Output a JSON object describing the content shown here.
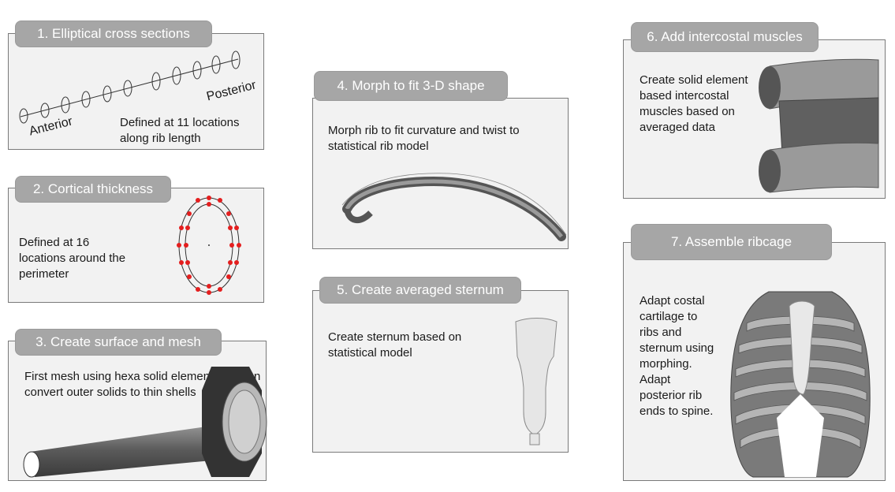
{
  "steps": [
    {
      "title": "1. Elliptical cross sections",
      "body": "Defined at 11 locations along rib length",
      "labels": {
        "anterior": "Anterior",
        "posterior": "Posterior"
      }
    },
    {
      "title": "2. Cortical thickness",
      "body": "Defined at 16 locations around the perimeter"
    },
    {
      "title": "3. Create surface and mesh",
      "body": "First mesh using hexa solid elements → then convert outer solids to thin shells"
    },
    {
      "title": "4. Morph to fit 3-D shape",
      "body": "Morph rib to fit curvature and twist to statistical rib model"
    },
    {
      "title": "5. Create averaged sternum",
      "body": "Create sternum based on statistical model"
    },
    {
      "title": "6. Add intercostal muscles",
      "body": "Create solid element based intercostal muscles based on averaged data"
    },
    {
      "title": "7. Assemble ribcage",
      "body": "Adapt costal cartilage to ribs and sternum using morphing. Adapt posterior rib ends to spine."
    }
  ],
  "colors": {
    "tab": "#a6a6a6",
    "panel": "#f2f2f2",
    "border": "#7a7a7a",
    "points": "#e41e1e"
  }
}
